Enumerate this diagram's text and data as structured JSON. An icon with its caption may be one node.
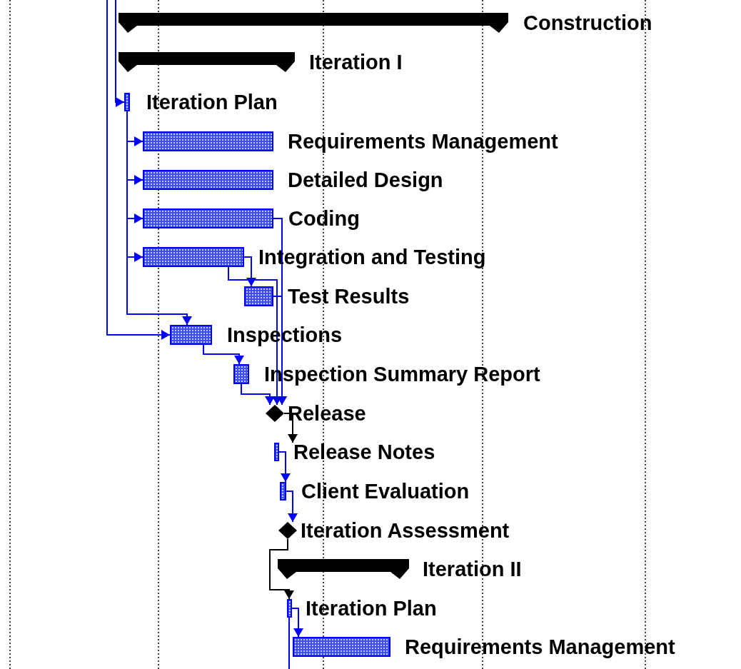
{
  "diagram": {
    "nodes": [
      {
        "text": [
          "Construction"
        ]
      },
      {
        "text": [
          "Iteration I"
        ]
      },
      {
        "text": [
          "Iteration Plan"
        ]
      },
      {
        "text": [
          "Requirements Management"
        ]
      },
      {
        "text": [
          "Detailed Design"
        ]
      },
      {
        "text": [
          "Coding"
        ]
      },
      {
        "text": [
          "Integration and Testing"
        ]
      },
      {
        "text": [
          "Test Results"
        ]
      },
      {
        "text": [
          "Inspections"
        ]
      },
      {
        "text": [
          "Inspection Summary Report"
        ]
      },
      {
        "text": [
          "Release"
        ]
      },
      {
        "text": [
          "Release Notes"
        ]
      },
      {
        "text": [
          "Client Evaluation"
        ]
      },
      {
        "text": [
          "Iteration Assessment"
        ]
      },
      {
        "text": [
          "Iteration II"
        ]
      },
      {
        "text": [
          "Iteration Plan"
        ]
      },
      {
        "text": [
          "Requirements Management"
        ]
      }
    ],
    "edges": [
      {
        "from": null,
        "to": 2,
        "arrow": "to"
      },
      {
        "from": 2,
        "to": 3,
        "arrow": "to"
      },
      {
        "from": 2,
        "to": 4,
        "arrow": "to"
      },
      {
        "from": 2,
        "to": 5,
        "arrow": "to"
      },
      {
        "from": 2,
        "to": 6,
        "arrow": "to"
      },
      {
        "from": 2,
        "to": 8,
        "arrow": "to"
      },
      {
        "from": null,
        "to": 8,
        "arrow": "to"
      },
      {
        "from": 5,
        "to": 10,
        "arrow": "to"
      },
      {
        "from": 6,
        "to": 7,
        "arrow": "to"
      },
      {
        "from": 6,
        "to": 10,
        "arrow": "to"
      },
      {
        "from": 7,
        "to": 10,
        "arrow": "to"
      },
      {
        "from": 8,
        "to": 9,
        "arrow": "to"
      },
      {
        "from": 9,
        "to": 10,
        "arrow": "to"
      },
      {
        "from": 10,
        "to": 11,
        "arrow": "to",
        "color": "#000000"
      },
      {
        "from": 11,
        "to": 12,
        "arrow": "to"
      },
      {
        "from": 12,
        "to": 13,
        "arrow": "to"
      },
      {
        "from": 13,
        "to": 15,
        "arrow": "to",
        "color": "#000000"
      },
      {
        "from": 15,
        "to": 16,
        "arrow": "to"
      },
      {
        "from": 15,
        "to": null,
        "arrow": "none"
      }
    ]
  }
}
